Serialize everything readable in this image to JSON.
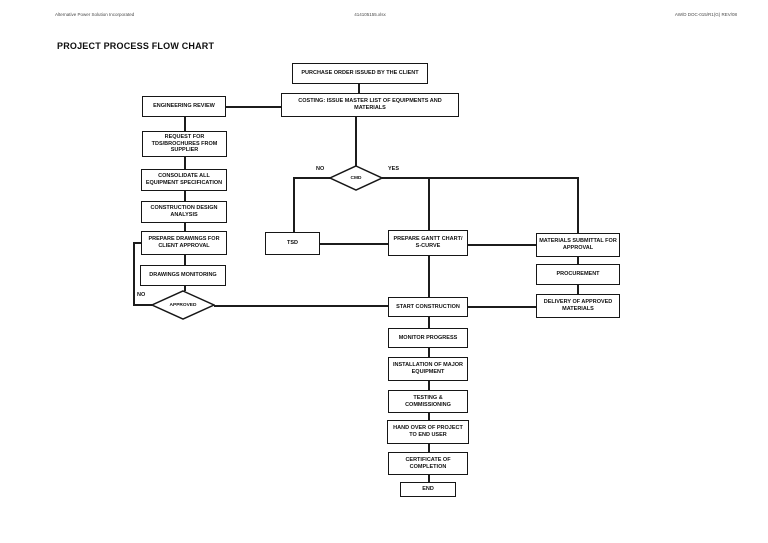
{
  "page": {
    "header": {
      "left": "Alternative Power Solution Incorporated",
      "center": "414105155.xlsx",
      "right": "AW/D DOC-015/R1(G) REV/08"
    },
    "title": "PROJECT PROCESS FLOW CHART"
  },
  "flowchart": {
    "nodes": {
      "purchase_order": "PURCHASE ORDER ISSUED BY THE CLIENT",
      "costing": "COSTING: ISSUE MASTER LIST OF EQUIPMENTS AND MATERIALS",
      "engineering_review": "ENGINEERING REVIEW",
      "request_tds": "REQUEST FOR TDS/BROCHURES FROM SUPPLIER",
      "consolidate": "CONSOLIDATE ALL EQUIPMENT SPECIFICATION",
      "construction_design": "CONSTRUCTION DESIGN ANALYSIS",
      "prepare_drawings": "PREPARE DRAWINGS FOR CLIENT APPROVAL",
      "drawings_monitoring": "DRAWINGS  MONITORING",
      "approved": "APPROVED",
      "cmd": "CMD",
      "tsd": "TSD",
      "gantt": "PREPARE GANTT CHART/ S-CURVE",
      "materials_submittal": "MATERIALS SUBMITTAL FOR APPROVAL",
      "procurement": "PROCUREMENT",
      "delivery": "DELIVERY OF APPROVED MATERIALS",
      "start_construction": "START CONSTRUCTION",
      "monitor_progress": "MONITOR PROGRESS",
      "installation": "INSTALLATION OF MAJOR EQUIPMENT",
      "testing": "TESTING & COMMISSIONING",
      "handover": "HAND OVER OF PROJECT TO END USER",
      "certificate": "CERTIFICATE OF COMPLETION",
      "end": "END"
    },
    "labels": {
      "approved_no": "NO",
      "cmd_no": "NO",
      "cmd_yes": "YES"
    },
    "colors": {
      "line": "#1c1c1c",
      "box_border": "#161616",
      "box_fill": "#ffffff"
    }
  }
}
